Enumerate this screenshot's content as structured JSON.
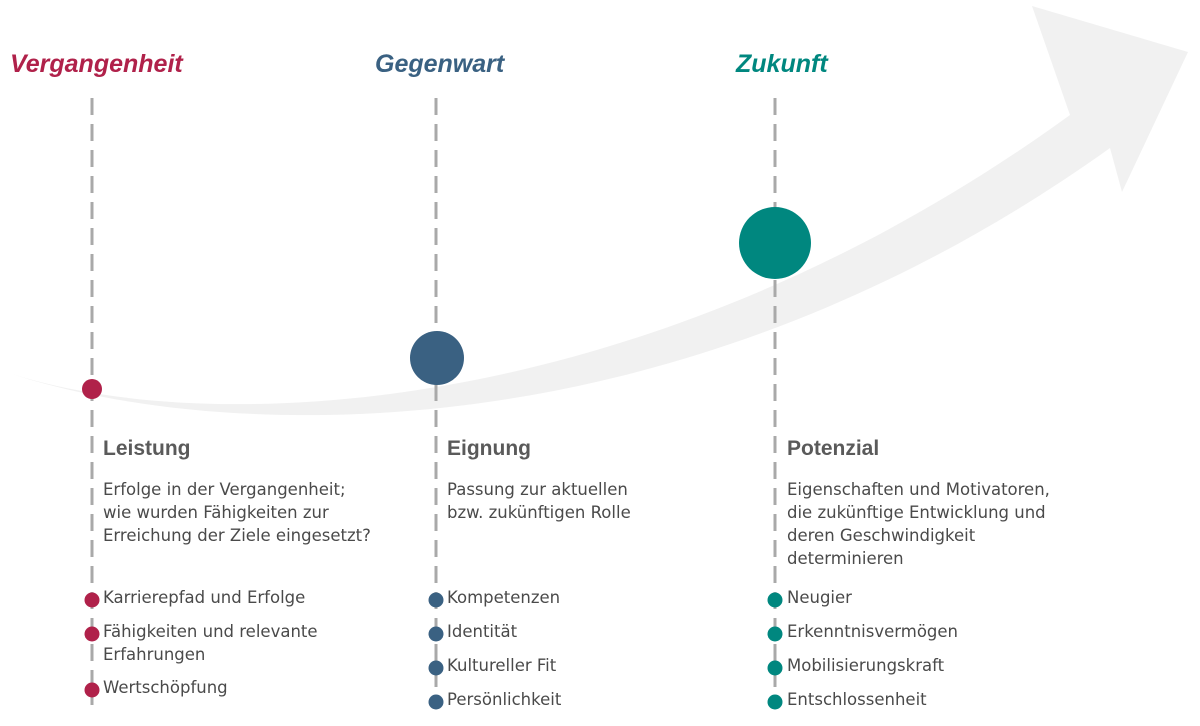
{
  "colors": {
    "past": "#b0214a",
    "present": "#3a6182",
    "future": "#00877f",
    "arrow": "#f1f1f1",
    "dash": "#a9a9a9",
    "heading": "#5a5a5a",
    "text": "#4a4a4a"
  },
  "phases": [
    {
      "title": "Vergangenheit",
      "heading": "Leistung",
      "description": "Erfolge in der Vergangenheit; wie wurden Fähigkeiten zur Erreichung der Ziele eingesetzt?",
      "items": [
        "Karrierepfad und Erfolge",
        "Fähigkeiten und relevante Erfahrungen",
        "Wertschöpfung"
      ]
    },
    {
      "title": "Gegenwart",
      "heading": "Eignung",
      "description": "Passung zur aktuellen bzw. zukünftigen Rolle",
      "items": [
        "Kompetenzen",
        "Identität",
        "Kultureller Fit",
        "Persönlichkeit"
      ]
    },
    {
      "title": "Zukunft",
      "heading": "Potenzial",
      "description": "Eigenschaften und Motivatoren, die zukünftige Entwicklung und deren Geschwindigkeit determinieren",
      "items": [
        "Neugier",
        "Erkenntnisvermögen",
        "Mobilisierungskraft",
        "Entschlossenheit"
      ]
    }
  ]
}
